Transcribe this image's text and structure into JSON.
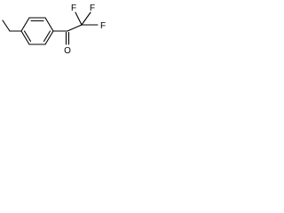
{
  "molecule": {
    "atoms": {
      "oxygen": "O",
      "fluorine_top_left": "F",
      "fluorine_top_right": "F",
      "fluorine_right": "F"
    }
  },
  "colors": {
    "background": "#ffffff",
    "ink": "#000000"
  }
}
